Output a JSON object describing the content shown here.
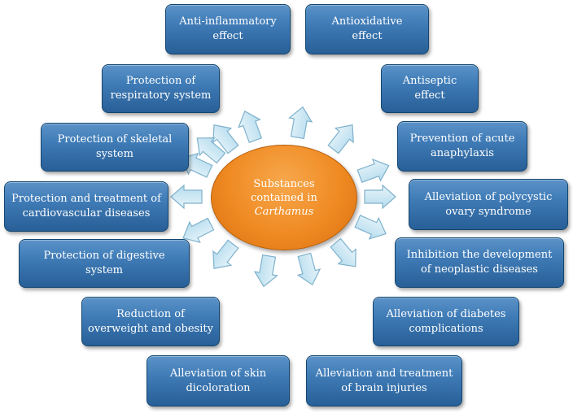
{
  "center": {
    "line1": "Substances",
    "line2": "contained in",
    "line3": "Carthamus"
  },
  "colors": {
    "box_fill": "#3f7bb6",
    "box_border": "#14466f",
    "center_fill": "#ef8a22",
    "arrow_fill": "#c9e6f3",
    "arrow_stroke": "#7fb2cc"
  },
  "icons": [
    "arrow-icon"
  ],
  "effects": [
    {
      "line1": "Anti-inflammatory",
      "line2": "effect"
    },
    {
      "line1": "Antioxidative",
      "line2": "effect"
    },
    {
      "line1": "Protection of",
      "line2": "respiratory system"
    },
    {
      "line1": "Antiseptic",
      "line2": "effect"
    },
    {
      "line1": "Protection of skeletal",
      "line2": "system"
    },
    {
      "line1": "Prevention of acute",
      "line2": "anaphylaxis"
    },
    {
      "line1": "Protection and treatment of",
      "line2": "cardiovascular diseases"
    },
    {
      "line1": "Alleviation of polycystic",
      "line2": "ovary syndrome"
    },
    {
      "line1": "Protection of digestive",
      "line2": "system"
    },
    {
      "line1": "Inhibition the development",
      "line2": "of neoplastic diseases"
    },
    {
      "line1": "Reduction of",
      "line2": "overweight and obesity"
    },
    {
      "line1": "Alleviation of diabetes",
      "line2": "complications"
    },
    {
      "line1": "Alleviation of skin",
      "line2": "dicoloration"
    },
    {
      "line1": "Alleviation and treatment",
      "line2": "of brain injuries"
    }
  ]
}
